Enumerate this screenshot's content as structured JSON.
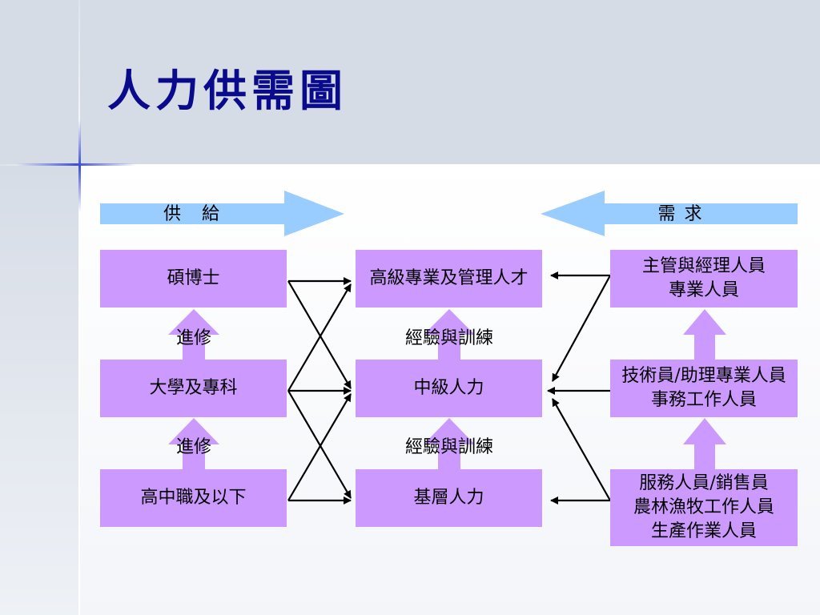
{
  "title": "人力供需圖",
  "colors": {
    "title": "#0a0a8c",
    "box_fill": "#cc99ff",
    "flow_arrow": "#99ccff",
    "up_arrow": "#cc99ff",
    "connector": "#000000"
  },
  "supply": {
    "header": "供　給",
    "levels": [
      "碩博士",
      "大學及專科",
      "高中職及以下"
    ],
    "step_labels": [
      "進修",
      "進修"
    ]
  },
  "middle": {
    "levels": [
      "高級專業及管理人才",
      "中級人力",
      "基層人力"
    ],
    "step_labels": [
      "經驗與訓練",
      "經驗與訓練"
    ]
  },
  "demand": {
    "header": "需 求",
    "groups": [
      [
        "主管與經理人員",
        "專業人員"
      ],
      [
        "技術員/助理專業人員",
        "事務工作人員"
      ],
      [
        "服務人員/銷售員",
        "農林漁牧工作人員",
        "生產作業人員"
      ]
    ]
  }
}
